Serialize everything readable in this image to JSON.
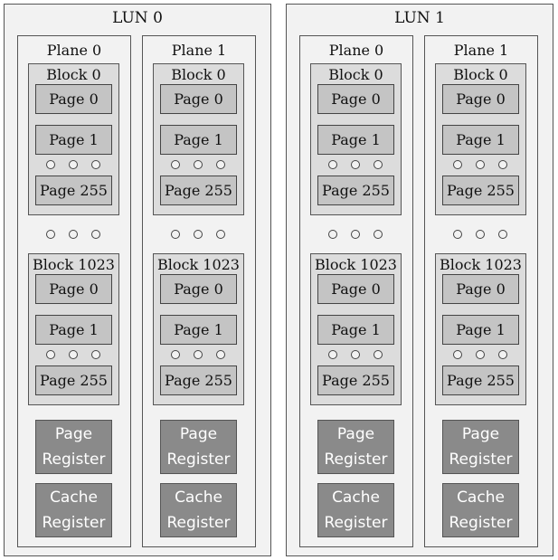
{
  "luns": [
    {
      "title": "LUN 0",
      "planes": [
        {
          "title": "Plane 0",
          "blocks": [
            {
              "title": "Block 0",
              "pages": [
                "Page 0",
                "Page 1",
                "Page 255"
              ]
            },
            {
              "title": "Block 1023",
              "pages": [
                "Page 0",
                "Page 1",
                "Page 255"
              ]
            }
          ],
          "page_register": [
            "Page",
            "Register"
          ],
          "cache_register": [
            "Cache",
            "Register"
          ]
        },
        {
          "title": "Plane 1",
          "blocks": [
            {
              "title": "Block 0",
              "pages": [
                "Page 0",
                "Page 1",
                "Page 255"
              ]
            },
            {
              "title": "Block 1023",
              "pages": [
                "Page 0",
                "Page 1",
                "Page 255"
              ]
            }
          ],
          "page_register": [
            "Page",
            "Register"
          ],
          "cache_register": [
            "Cache",
            "Register"
          ]
        }
      ]
    },
    {
      "title": "LUN 1",
      "planes": [
        {
          "title": "Plane 0",
          "blocks": [
            {
              "title": "Block 0",
              "pages": [
                "Page 0",
                "Page 1",
                "Page 255"
              ]
            },
            {
              "title": "Block 1023",
              "pages": [
                "Page 0",
                "Page 1",
                "Page 255"
              ]
            }
          ],
          "page_register": [
            "Page",
            "Register"
          ],
          "cache_register": [
            "Cache",
            "Register"
          ]
        },
        {
          "title": "Plane 1",
          "blocks": [
            {
              "title": "Block 0",
              "pages": [
                "Page 0",
                "Page 1",
                "Page 255"
              ]
            },
            {
              "title": "Block 1023",
              "pages": [
                "Page 0",
                "Page 1",
                "Page 255"
              ]
            }
          ],
          "page_register": [
            "Page",
            "Register"
          ],
          "cache_register": [
            "Cache",
            "Register"
          ]
        }
      ]
    }
  ]
}
